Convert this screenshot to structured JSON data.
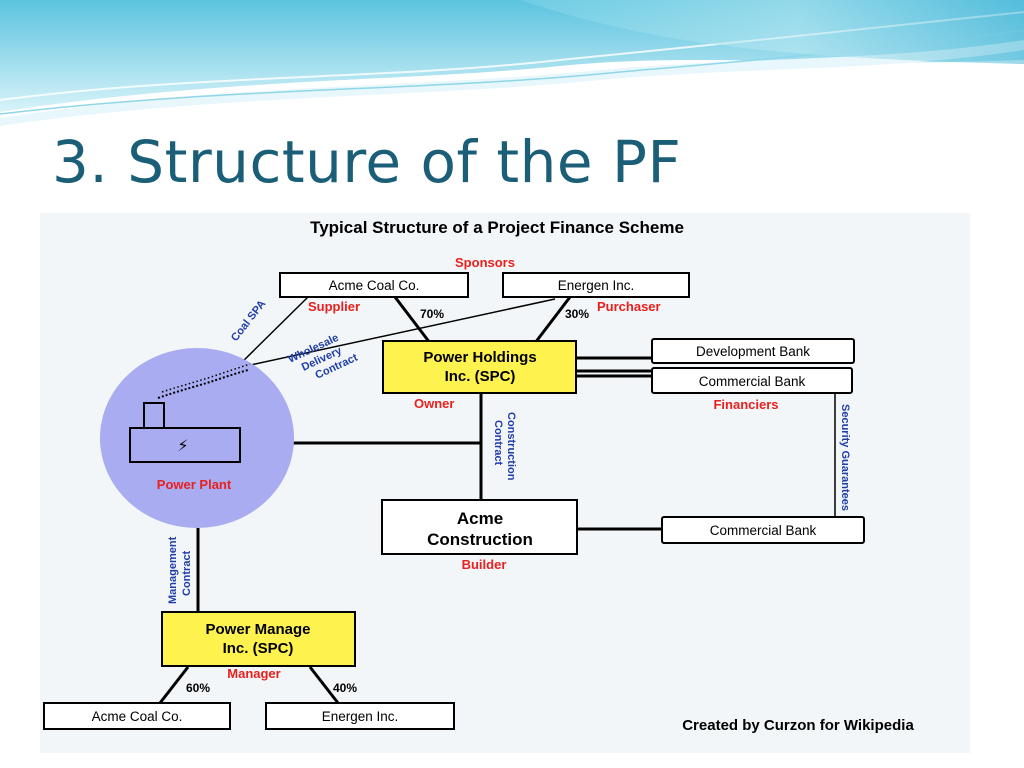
{
  "slide": {
    "title": "3. Structure of the PF"
  },
  "diagram": {
    "heading": "Typical Structure of a Project Finance Scheme",
    "credit": "Created by Curzon for Wikipedia",
    "sponsors_label": "Sponsors",
    "sponsor_supplier": {
      "name": "Acme Coal Co.",
      "role": "Supplier",
      "share": "70%"
    },
    "sponsor_purchaser": {
      "name": "Energen Inc.",
      "role": "Purchaser",
      "share": "30%"
    },
    "spc": {
      "line1": "Power Holdings",
      "line2": "Inc. (SPC)",
      "role": "Owner"
    },
    "development_bank": "Development Bank",
    "commercial_bank_top": "Commercial Bank",
    "financiers_label": "Financiers",
    "security_label": "Security Guarantees",
    "power_plant_label": "Power Plant",
    "plant_icon_glyph": "⚡",
    "coal_spa_label": "Coal SPA",
    "wholesale_line1": "Wholesale",
    "wholesale_line2": "Delivery",
    "wholesale_line3": "Contract",
    "construction_line1": "Construction",
    "construction_line2": "Contract",
    "builder": {
      "line1": "Acme",
      "line2": "Construction",
      "role": "Builder"
    },
    "commercial_bank_bottom": "Commercial Bank",
    "management_line1": "Management",
    "management_line2": "Contract",
    "manager": {
      "line1": "Power Manage",
      "line2": "Inc. (SPC)",
      "role": "Manager"
    },
    "manager_owner_left": {
      "name": "Acme Coal Co.",
      "share": "60%"
    },
    "manager_owner_right": {
      "name": "Energen Inc.",
      "share": "40%"
    }
  },
  "colors": {
    "title": "#1a5e78",
    "spc_fill": "#fef34e",
    "plant_fill": "#a9acf0",
    "red_label": "#e8201e",
    "blue_label": "#1f3ea8"
  }
}
